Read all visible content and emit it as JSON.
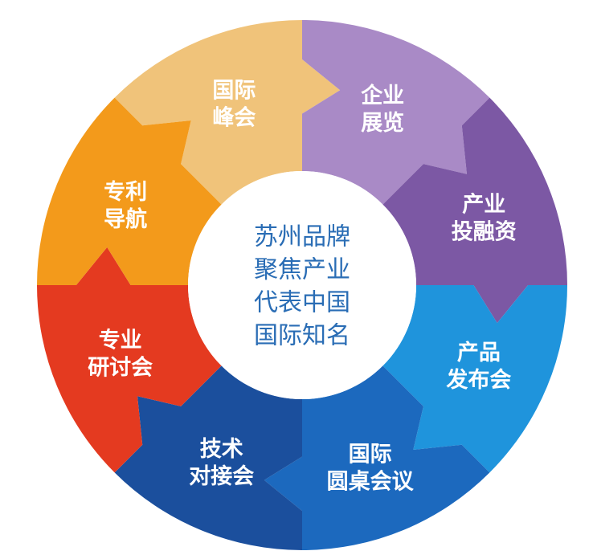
{
  "center": {
    "lines": [
      "苏州品牌",
      "聚焦产业",
      "代表中国",
      "国际知名"
    ],
    "color": "#2a6db5"
  },
  "segments": [
    {
      "id": "summit",
      "lines": [
        "国际",
        "峰会"
      ],
      "color": "#f0c37a"
    },
    {
      "id": "exhibition",
      "lines": [
        "企业",
        "展览"
      ],
      "color": "#a98ac6"
    },
    {
      "id": "investment",
      "lines": [
        "产业",
        "投融资"
      ],
      "color": "#7c58a4"
    },
    {
      "id": "launch",
      "lines": [
        "产品",
        "发布会"
      ],
      "color": "#1f94dc"
    },
    {
      "id": "roundtable",
      "lines": [
        "国际",
        "圆桌会议"
      ],
      "color": "#1c69be"
    },
    {
      "id": "matchmaking",
      "lines": [
        "技术",
        "对接会"
      ],
      "color": "#1b4f9d"
    },
    {
      "id": "seminar",
      "lines": [
        "专业",
        "研讨会"
      ],
      "color": "#e43a20"
    },
    {
      "id": "patent",
      "lines": [
        "专利",
        "导航"
      ],
      "color": "#f39a1b"
    }
  ]
}
